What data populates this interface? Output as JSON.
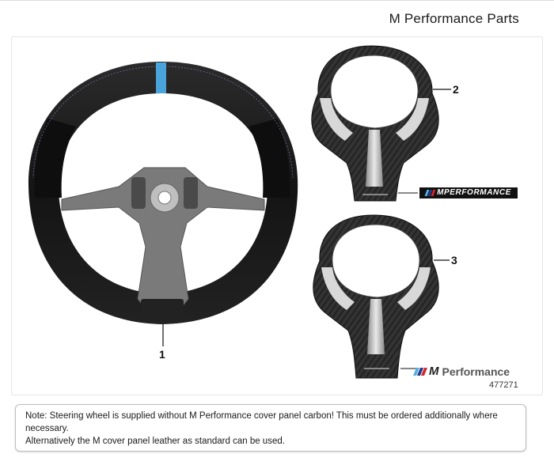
{
  "header": {
    "title": "M Performance Parts"
  },
  "figure": {
    "callouts": [
      "1",
      "2",
      "3"
    ],
    "badge_text": "MPERFORMANCE",
    "logo_text": "Performance",
    "logo_letter": "M",
    "part_number": "477271",
    "colors": {
      "m_blue_light": "#5aaee0",
      "m_blue_dark": "#1f3c8c",
      "m_red": "#d6262b",
      "marker_blue": "#4aa4dc"
    }
  },
  "note": {
    "line1": "Note: Steering wheel is supplied without M Performance cover panel carbon! This must be ordered additionally where necessary.",
    "line2": "Alternatively the M cover panel leather as standard can be used."
  }
}
